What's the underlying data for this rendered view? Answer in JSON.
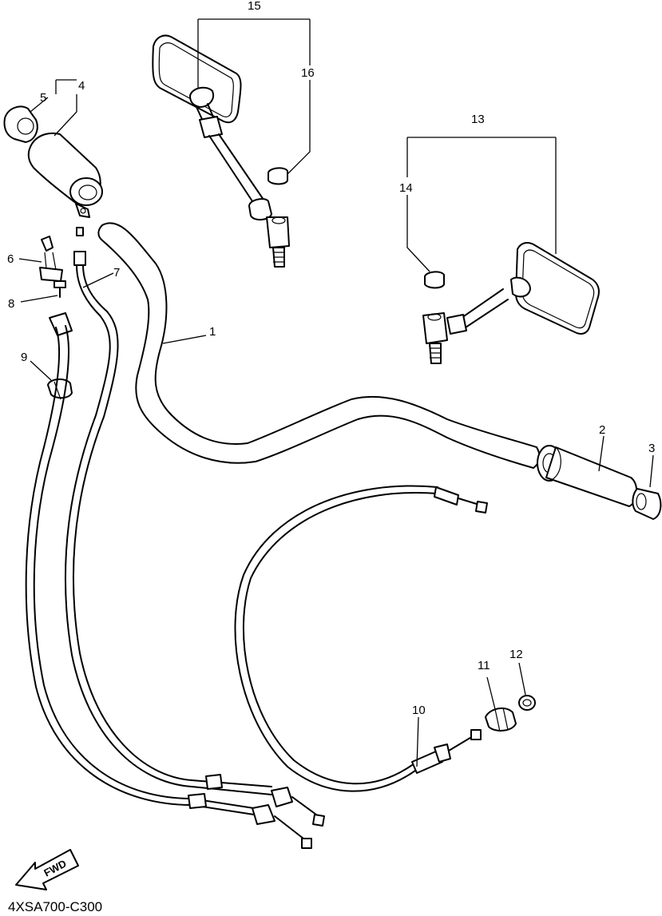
{
  "diagram": {
    "code": "4XSA700-C300",
    "fwd_label": "FWD",
    "callouts": [
      "1",
      "2",
      "3",
      "4",
      "5",
      "6",
      "7",
      "8",
      "9",
      "10",
      "11",
      "12",
      "13",
      "14",
      "15",
      "16"
    ]
  }
}
